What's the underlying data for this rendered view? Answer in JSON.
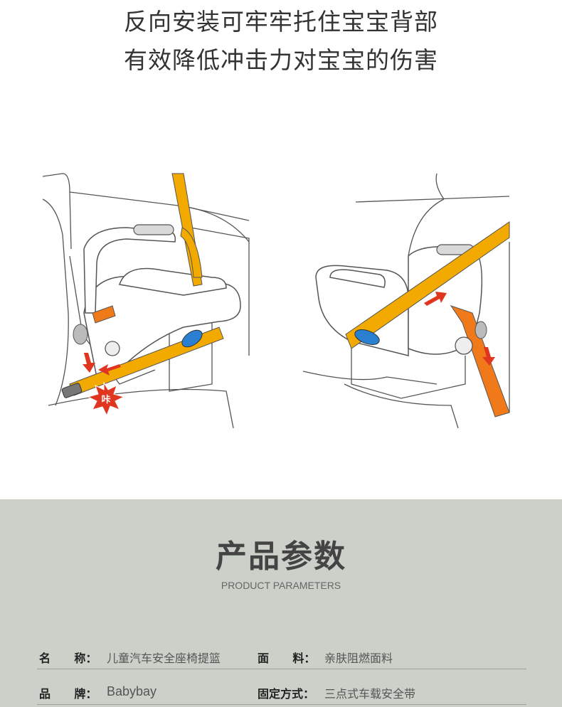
{
  "hero": {
    "line1": "反向安装可牢牢托住宝宝背部",
    "line2": "有效降低冲击力对宝宝的伤害",
    "impact_label": "咔"
  },
  "params": {
    "title": "产品参数",
    "subtitle": "PRODUCT PARAMETERS",
    "rows": [
      {
        "k1": "名      称：",
        "v1": "儿童汽车安全座椅提篮",
        "k2": "面      料：",
        "v2": "亲肤阻燃面料"
      },
      {
        "k1": "品      牌：",
        "v1": "Babybay",
        "k2": "固定方式：",
        "v2": "三点式车载安全带"
      }
    ]
  },
  "colors": {
    "belt": "#f2a900",
    "belt_orange": "#f07a1a",
    "clip_blue": "#2a7fd0",
    "arrow_red": "#e0361f",
    "panel_bg": "#cbd0c9"
  }
}
